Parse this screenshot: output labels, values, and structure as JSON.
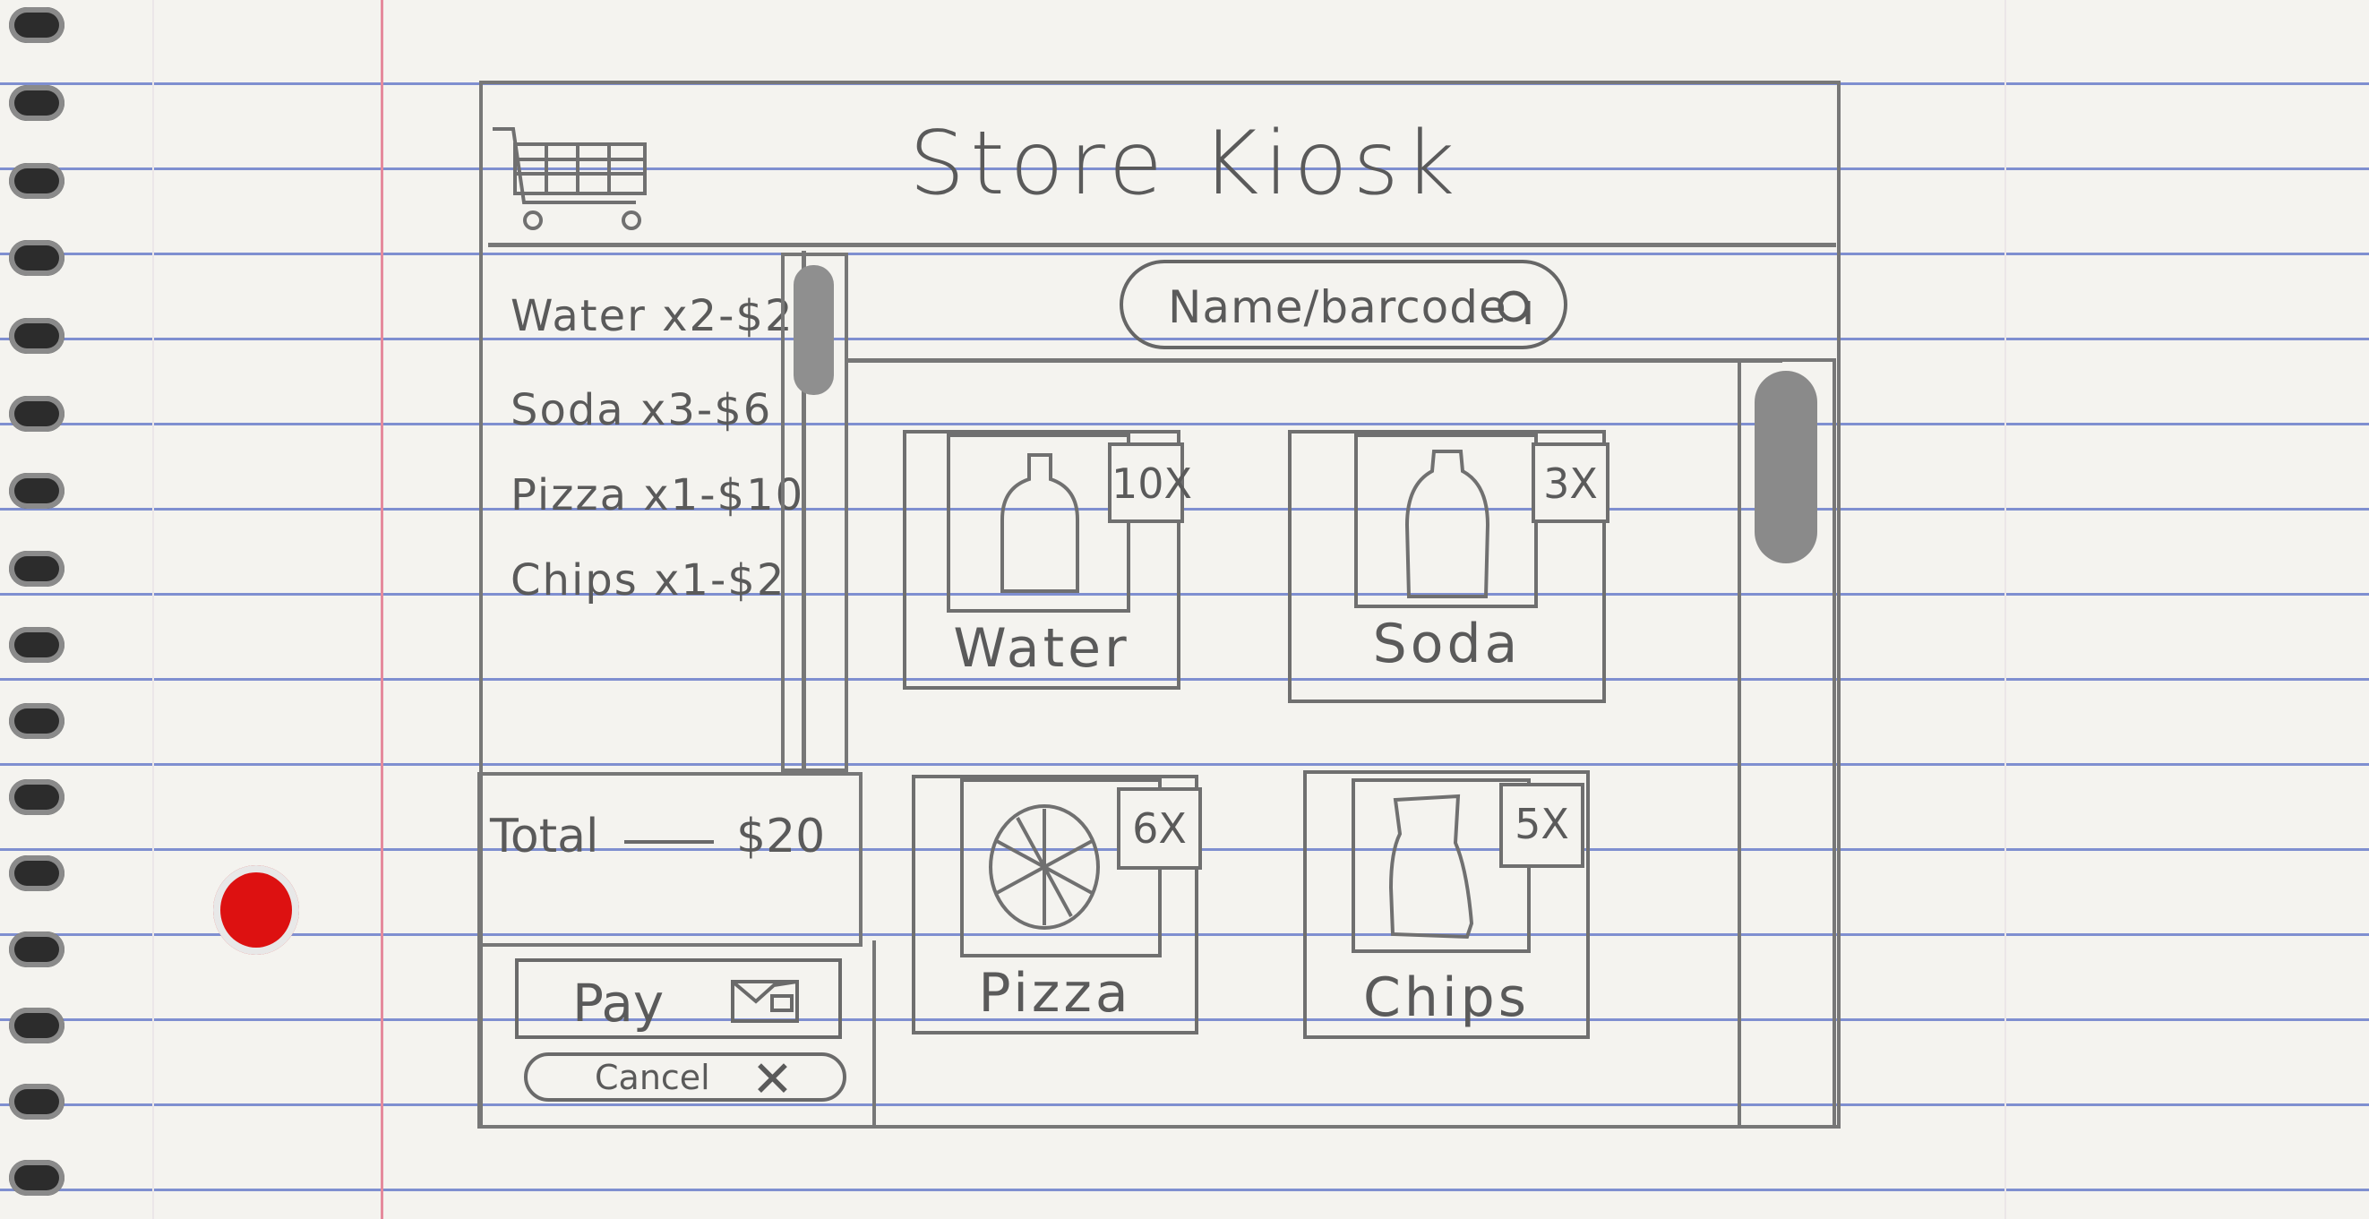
{
  "app": {
    "title": "Store Kiosk"
  },
  "cart": {
    "items": [
      {
        "label": "Water x2-$2"
      },
      {
        "label": "Soda x3-$6"
      },
      {
        "label": "Pizza x1-$10"
      },
      {
        "label": "Chips x1-$2"
      }
    ],
    "total_label": "Total",
    "total_value": "$20"
  },
  "actions": {
    "pay_label": "Pay",
    "cancel_label": "Cancel",
    "cancel_icon": "close-icon",
    "pay_icon": "wallet-icon"
  },
  "search": {
    "placeholder": "Name/barcode",
    "icon": "search-icon"
  },
  "products": [
    {
      "name": "Water",
      "qty": "10X",
      "icon": "bottle-icon"
    },
    {
      "name": "Soda",
      "qty": "3X",
      "icon": "bottle-icon"
    },
    {
      "name": "Pizza",
      "qty": "6X",
      "icon": "pizza-icon"
    },
    {
      "name": "Chips",
      "qty": "5X",
      "icon": "chips-bag-icon"
    }
  ],
  "colors": {
    "pencil": "#6f6f6f",
    "paper": "#f4f3ef",
    "rule": "#7f8fd0",
    "margin": "#e58a9c"
  }
}
